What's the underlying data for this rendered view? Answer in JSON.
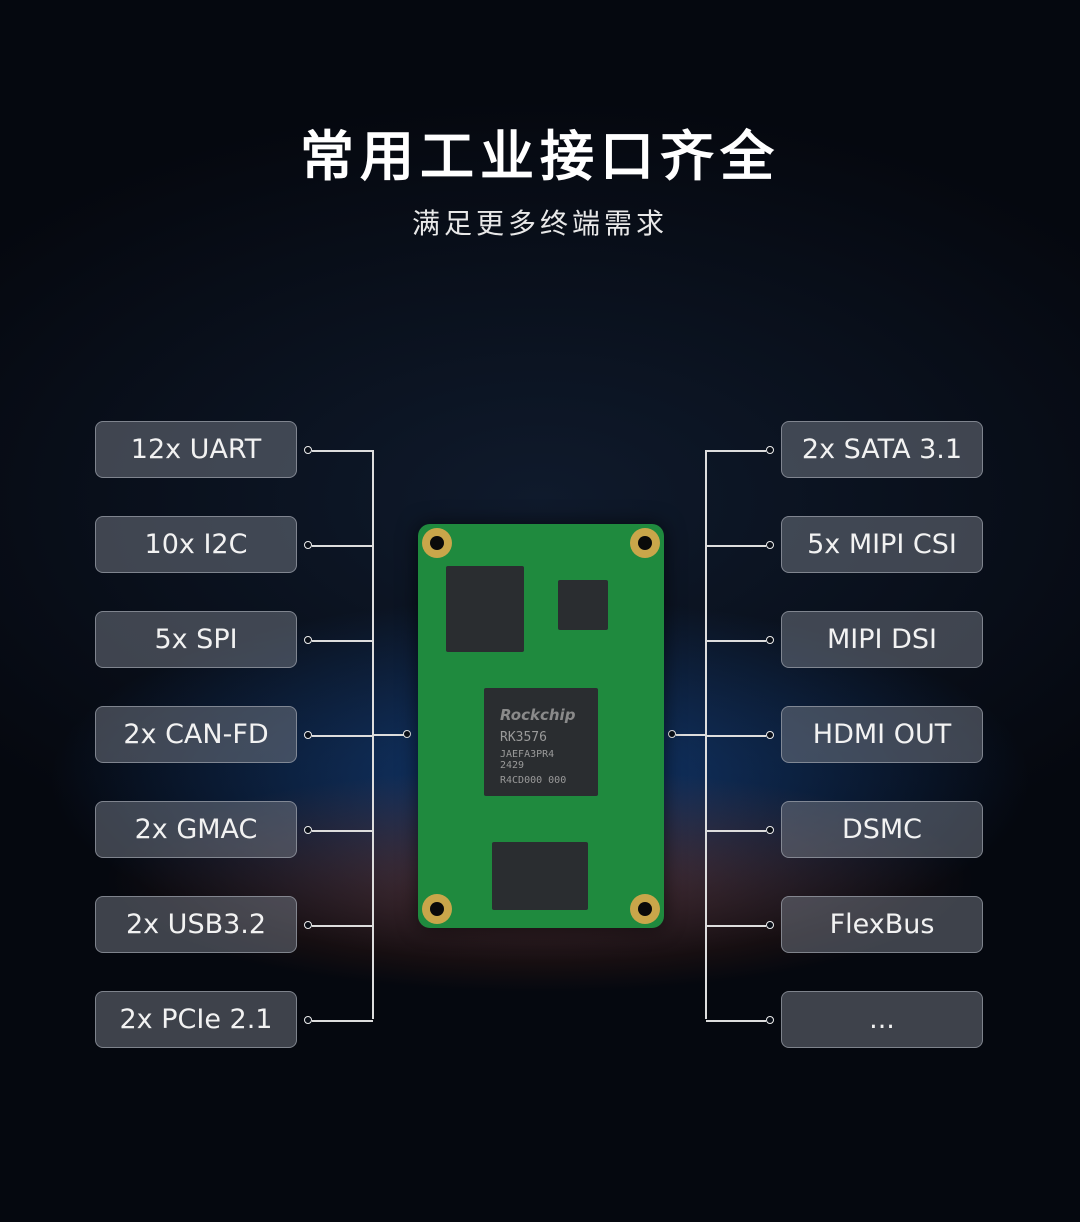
{
  "header": {
    "title": "常用工业接口齐全",
    "subtitle": "满足更多终端需求"
  },
  "left_interfaces": [
    "12x UART",
    "10x I2C",
    "5x SPI",
    "2x CAN-FD",
    "2x GMAC",
    "2x USB3.2",
    "2x PCIe 2.1"
  ],
  "right_interfaces": [
    "2x SATA 3.1",
    "5x MIPI CSI",
    "MIPI DSI",
    "HDMI OUT",
    "DSMC",
    "FlexBus",
    "..."
  ],
  "board": {
    "soc_brand": "Rockchip",
    "soc_model": "RK3576",
    "soc_line1": "JAEFA3PR4 2429",
    "soc_line2": "R4CD000 000"
  }
}
